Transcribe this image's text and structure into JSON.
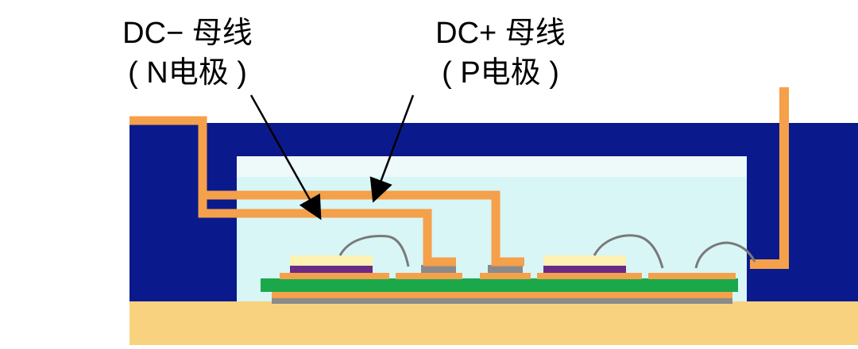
{
  "labels": {
    "dc_minus_line1": "DC− 母线",
    "dc_minus_line2": "( N电极 )",
    "dc_plus_line1": "DC+ 母线",
    "dc_plus_line2": "( P电极 )"
  },
  "colors": {
    "housing": "#0a1a8c",
    "cavity": "#d8f6f6",
    "busbar": "#f5a04a",
    "baseplate": "#f9d27f",
    "substrate_green": "#1aa84b",
    "solder_grey": "#8a8a8a",
    "chip_top": "#fbf2b3",
    "chip_purple": "#6a2a86",
    "bond_wire": "#7a7a7a",
    "arrow": "#000000"
  }
}
